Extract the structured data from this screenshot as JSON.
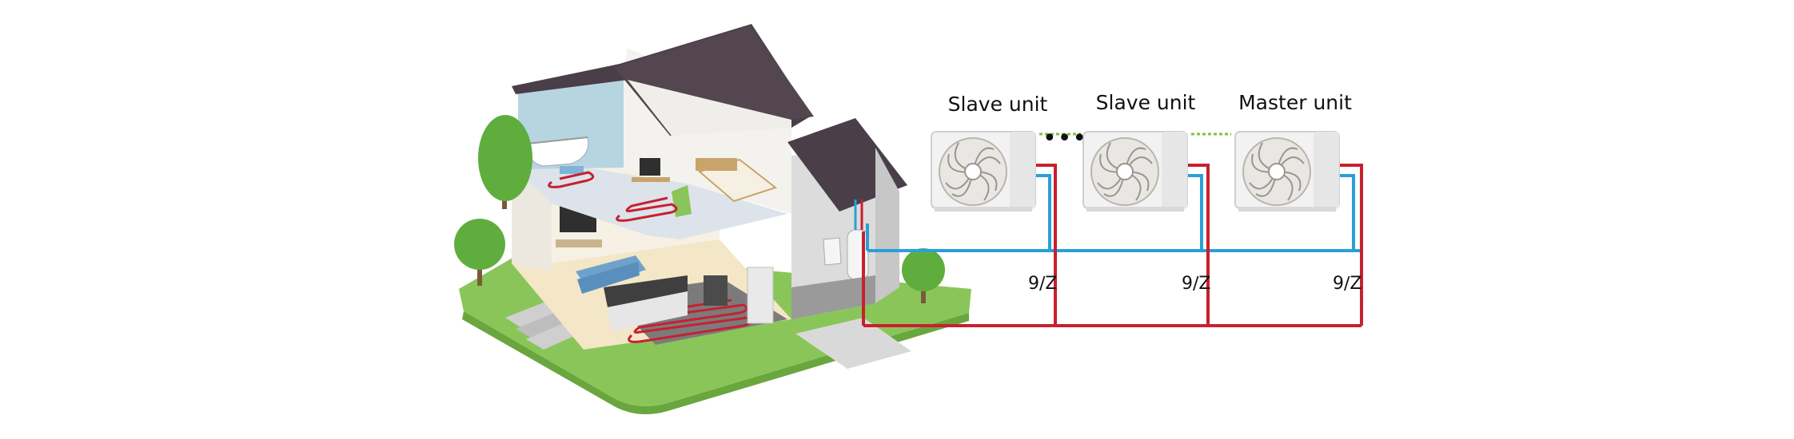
{
  "labels": {
    "slave_unit_1": "Slave unit",
    "slave_unit_2": "Slave unit",
    "master_unit": "Master unit",
    "ellipsis": "•••",
    "valve_1": "9∕Z",
    "valve_2": "9∕Z",
    "valve_3": "9∕Z"
  },
  "colors": {
    "supply_pipe": "#2a9fd8",
    "return_pipe": "#c8202f",
    "link_dashed": "#7dc242",
    "roof": "#4a3e48",
    "lawn": "#8ac55a",
    "tree": "#5fae3d"
  },
  "icons": {
    "outdoor_unit": "heat-pump-outdoor-unit-icon",
    "house": "house-cutaway-illustration"
  }
}
